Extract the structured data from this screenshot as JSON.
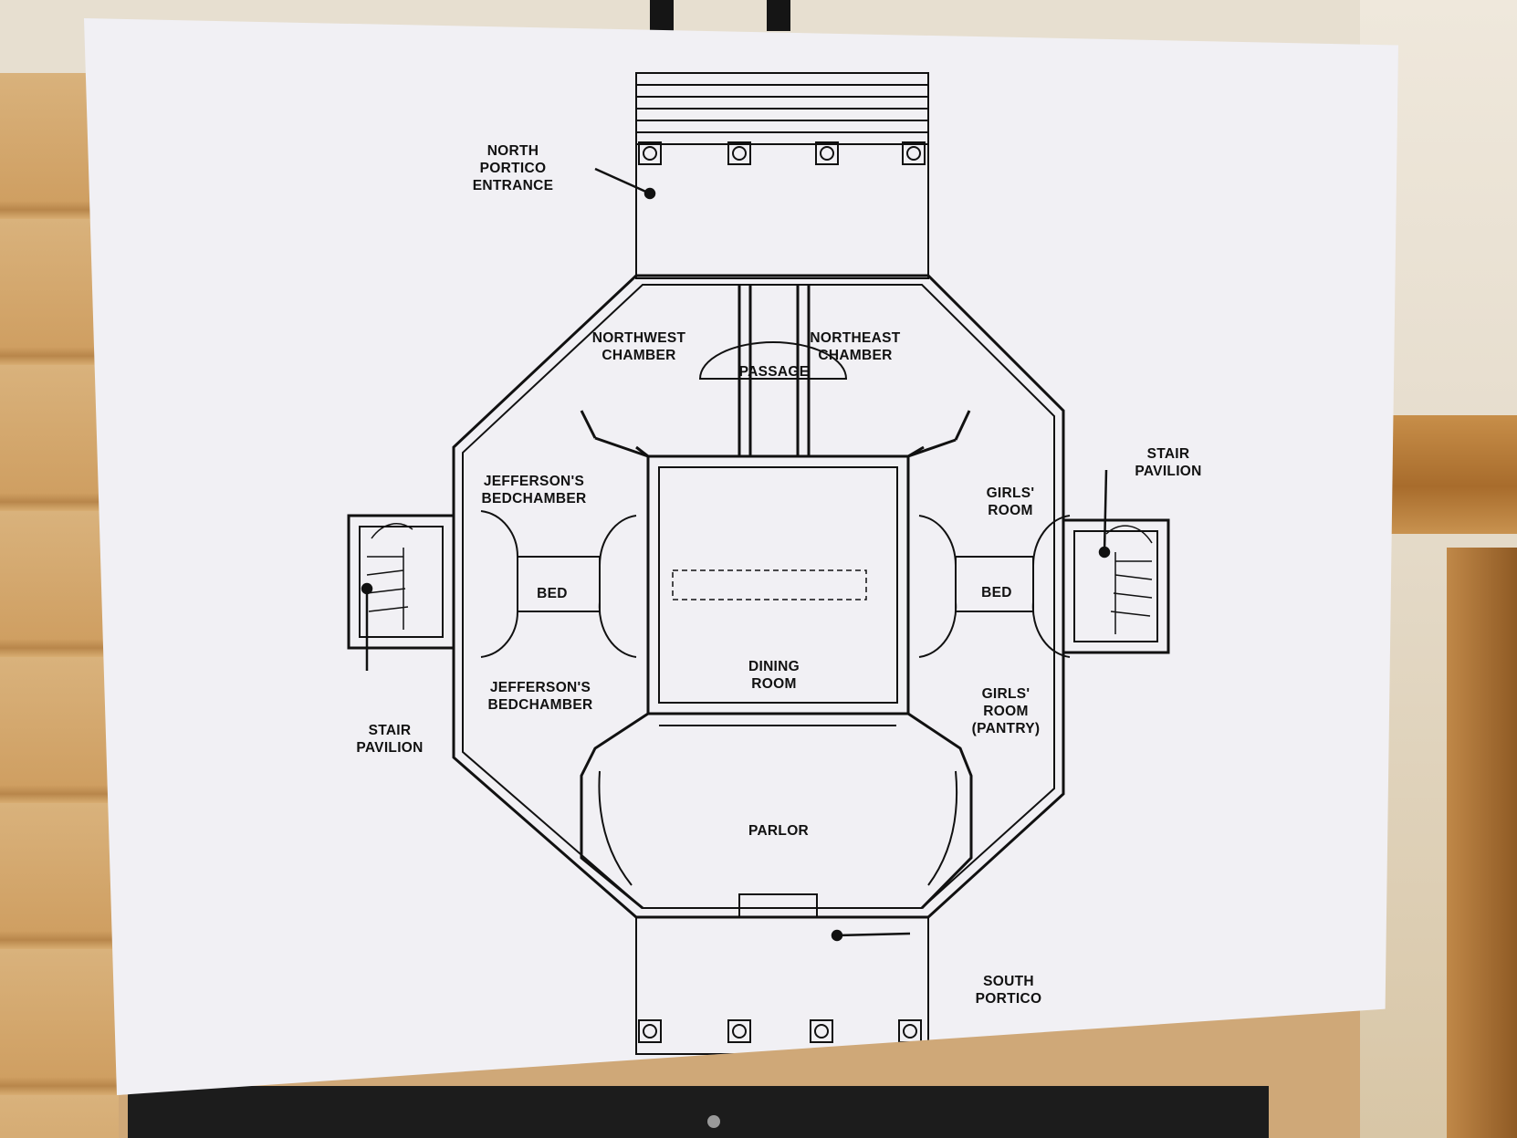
{
  "labels": {
    "north_portico_1": "NORTH",
    "north_portico_2": "PORTICO",
    "north_portico_3": "ENTRANCE",
    "northwest_1": "NORTHWEST",
    "northwest_2": "CHAMBER",
    "northeast_1": "NORTHEAST",
    "northeast_2": "CHAMBER",
    "passage": "PASSAGE",
    "jeff_upper_1": "JEFFERSON'S",
    "jeff_upper_2": "BEDCHAMBER",
    "jeff_lower_1": "JEFFERSON'S",
    "jeff_lower_2": "BEDCHAMBER",
    "bed_left": "BED",
    "bed_right": "BED",
    "dining_1": "DINING",
    "dining_2": "ROOM",
    "girls_upper_1": "GIRLS'",
    "girls_upper_2": "ROOM",
    "girls_lower_1": "GIRLS'",
    "girls_lower_2": "ROOM",
    "girls_lower_3": "(PANTRY)",
    "parlor": "PARLOR",
    "stair_left_1": "STAIR",
    "stair_left_2": "PAVILION",
    "stair_right_1": "STAIR",
    "stair_right_2": "PAVILION",
    "south_portico_1": "SOUTH",
    "south_portico_2": "PORTICO"
  }
}
